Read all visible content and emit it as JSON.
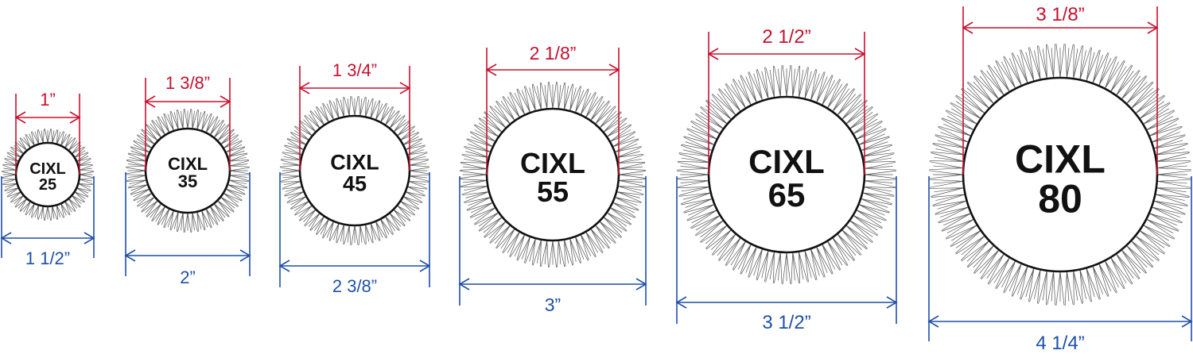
{
  "colors": {
    "inner_dimension": "#c8102e",
    "outer_dimension": "#1f4fa8",
    "hub": "#111111",
    "bristle": "#555555"
  },
  "brushes": [
    {
      "model": "CIXL",
      "number": "25",
      "inner_diameter": "1”",
      "outer_diameter": "1 1/2”"
    },
    {
      "model": "CIXL",
      "number": "35",
      "inner_diameter": "1 3/8”",
      "outer_diameter": "2”"
    },
    {
      "model": "CIXL",
      "number": "45",
      "inner_diameter": "1 3/4”",
      "outer_diameter": "2 3/8”"
    },
    {
      "model": "CIXL",
      "number": "55",
      "inner_diameter": "2 1/8”",
      "outer_diameter": "3”"
    },
    {
      "model": "CIXL",
      "number": "65",
      "inner_diameter": "2 1/2”",
      "outer_diameter": "3 1/2”"
    },
    {
      "model": "CIXL",
      "number": "80",
      "inner_diameter": "3 1/8”",
      "outer_diameter": "4 1/4”"
    }
  ]
}
